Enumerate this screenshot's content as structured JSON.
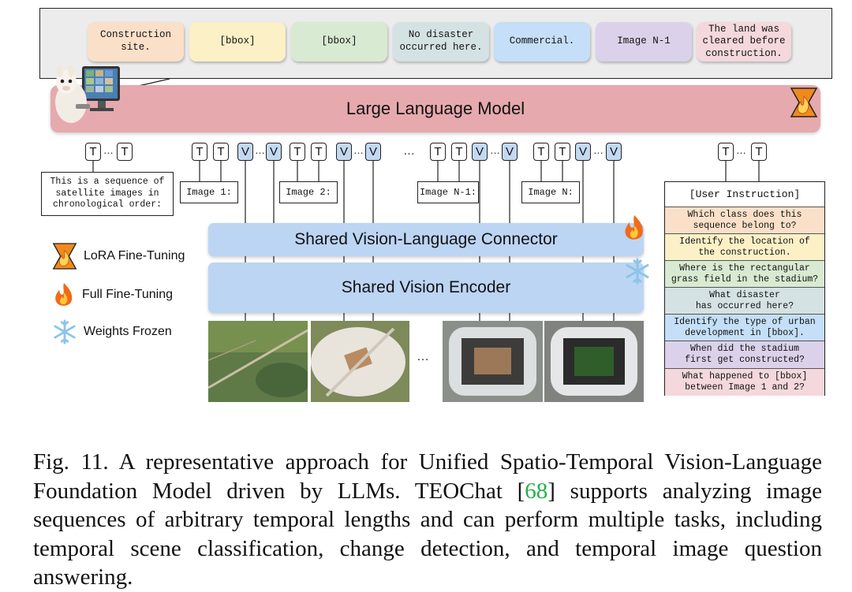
{
  "outputs": [
    {
      "text": "Construction\nsite.",
      "color": "#fae0c8"
    },
    {
      "text": "[bbox]",
      "color": "#fbf0c6"
    },
    {
      "text": "[bbox]",
      "color": "#d8ead2"
    },
    {
      "text": "No disaster\noccurred here.",
      "color": "#d5e2e3"
    },
    {
      "text": "Commercial.",
      "color": "#c4dff7"
    },
    {
      "text": "Image N-1",
      "color": "#dcd1ea"
    },
    {
      "text": "The land was\ncleared before\nconstruction.",
      "color": "#f4d8dc"
    }
  ],
  "llm_label": "Large Language Model",
  "token_t": "T",
  "token_v": "V",
  "ellipsis": "…",
  "system_prompt": "This is a sequence of\nsatellite images in\nchronological order:",
  "image_labels": [
    "Image 1:",
    "Image 2:",
    "Image N-1:",
    "Image N:"
  ],
  "connector_label": "Shared Vision-Language Connector",
  "encoder_label": "Shared Vision Encoder",
  "instructions": {
    "header": "[User Instruction]",
    "items": [
      {
        "text": "Which class does this\nsequence belong to?",
        "color": "#fae0c8"
      },
      {
        "text": "Identify the location of\nthe construction.",
        "color": "#fbf0c6"
      },
      {
        "text": "Where is the rectangular\ngrass field in the stadium?",
        "color": "#d8ead2"
      },
      {
        "text": "What disaster\nhas occurred here?",
        "color": "#d5e2e3"
      },
      {
        "text": "Identify the type of urban\ndevelopment in [bbox].",
        "color": "#c4dff7"
      },
      {
        "text": "When did the stadium\nfirst get constructed?",
        "color": "#dcd1ea"
      },
      {
        "text": "What happened to [bbox]\nbetween Image 1 and 2?",
        "color": "#f4d8dc"
      }
    ]
  },
  "legend": [
    {
      "label": "LoRA Fine-Tuning",
      "icon": "lora-icon"
    },
    {
      "label": "Full Fine-Tuning",
      "icon": "fire-icon"
    },
    {
      "label": "Weights Frozen",
      "icon": "snowflake-icon"
    }
  ],
  "caption": {
    "prefix": "Fig. 11.   A representative approach for Unified Spatio-Temporal Vision-Language Foundation Model driven by LLMs. TEOChat  [",
    "ref": "68",
    "suffix": "] supports analyzing image sequences of arbitrary temporal lengths and can perform multiple tasks, including temporal scene classification, change detection, and temporal image question answering."
  }
}
